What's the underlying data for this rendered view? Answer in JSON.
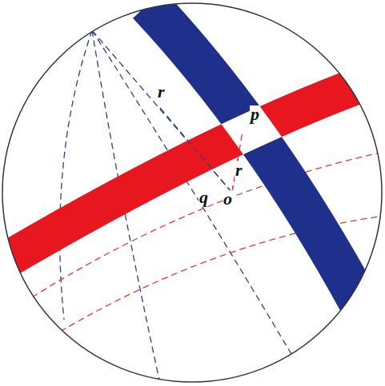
{
  "diagram": {
    "labels": [
      "r",
      "p",
      "q",
      "o",
      "r"
    ]
  }
}
